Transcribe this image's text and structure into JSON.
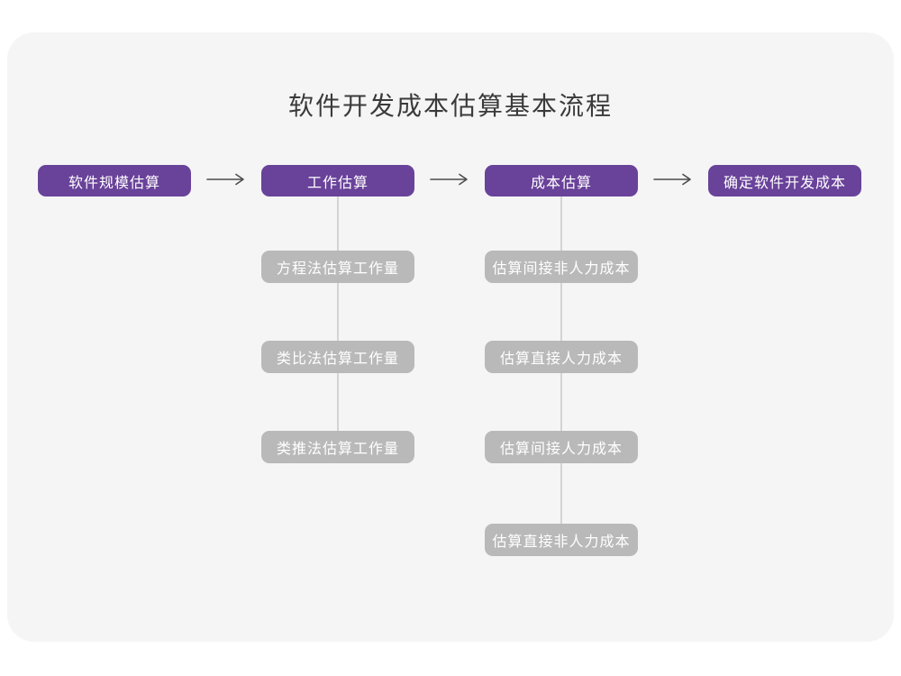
{
  "page": {
    "title": "软件开发成本估算基本流程"
  },
  "colors": {
    "accent_purple": "#69429A",
    "sub_box_gray": "#b9b9b9",
    "card_background": "#f5f5f6",
    "arrow_stroke": "#4c4c4c",
    "connector_line": "#d4d4d4",
    "title_text": "#3a3a3a",
    "box_text": "#ffffff"
  },
  "flow": {
    "main_steps": [
      {
        "label": "软件规模估算",
        "children": []
      },
      {
        "label": "工作估算",
        "children": [
          "方程法估算工作量",
          "类比法估算工作量",
          "类推法估算工作量"
        ]
      },
      {
        "label": "成本估算",
        "children": [
          "估算间接非人力成本",
          "估算直接人力成本",
          "估算间接人力成本",
          "估算直接非人力成本"
        ]
      },
      {
        "label": "确定软件开发成本",
        "children": []
      }
    ]
  }
}
